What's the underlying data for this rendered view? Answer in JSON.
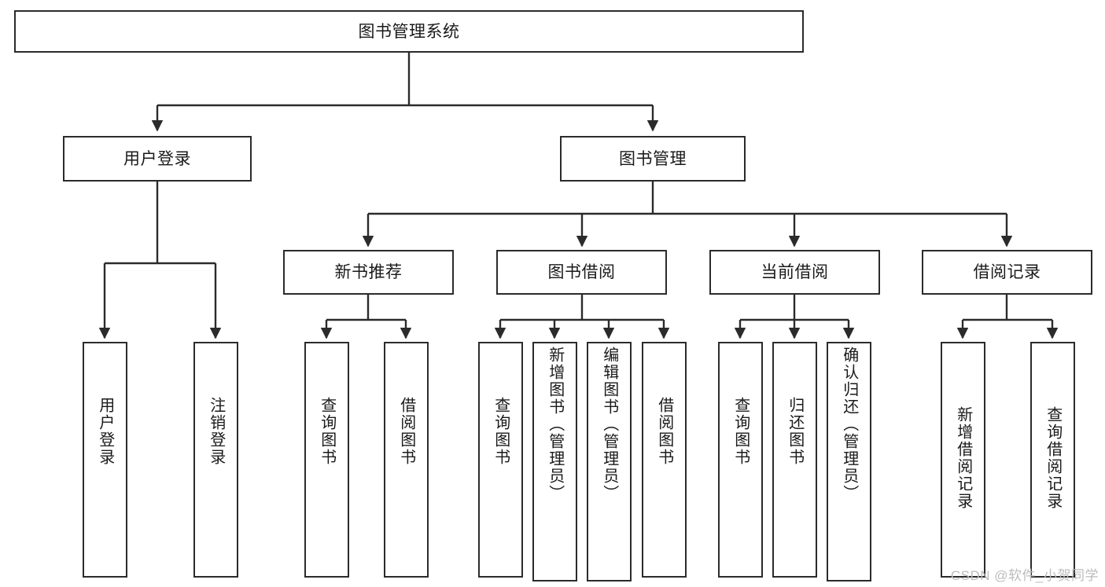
{
  "diagram": {
    "title": "图书管理系统",
    "type": "tree",
    "watermark": "CSDN @软件_小贺同学",
    "colors": {
      "box_border": "#2b2b2b",
      "box_fill": "#ffffff",
      "connector": "#2b2b2b",
      "text": "#1a1a1a",
      "watermark": "#bcbcbc",
      "background": "#ffffff"
    }
  },
  "nodes": {
    "root": {
      "label": "图书管理系统"
    },
    "level1": [
      {
        "label": "用户登录"
      },
      {
        "label": "图书管理"
      }
    ],
    "level2": [
      {
        "label": "新书推荐"
      },
      {
        "label": "图书借阅"
      },
      {
        "label": "当前借阅"
      },
      {
        "label": "借阅记录"
      }
    ],
    "leaves": {
      "user_login": [
        {
          "label": "用户登录"
        },
        {
          "label": "注销登录"
        }
      ],
      "new_book_rec": [
        {
          "label": "查询图书"
        },
        {
          "label": "借阅图书"
        }
      ],
      "book_borrow": [
        {
          "label": "查询图书"
        },
        {
          "label": "新增图书（管理员）"
        },
        {
          "label": "编辑图书（管理员）"
        },
        {
          "label": "借阅图书"
        }
      ],
      "current_borrow": [
        {
          "label": "查询图书"
        },
        {
          "label": "归还图书"
        },
        {
          "label": "确认归还（管理员）"
        }
      ],
      "borrow_record": [
        {
          "label": "新增借阅记录"
        },
        {
          "label": "查询借阅记录"
        }
      ]
    }
  }
}
